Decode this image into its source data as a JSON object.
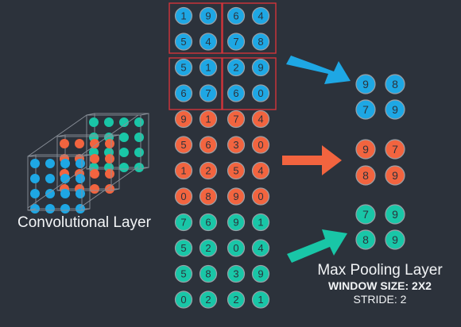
{
  "colors": {
    "background": "#2c323b",
    "blue": "#1ea7e4",
    "orange": "#f2643f",
    "teal": "#19c6a7",
    "window_box": "#d3343b",
    "circle_outline": "#9aa0a6",
    "cube_edges": "#8a9099",
    "digit": "#2c323b"
  },
  "channels": [
    {
      "color": "blue",
      "rows": [
        [
          "1",
          "9",
          "6",
          "4"
        ],
        [
          "5",
          "4",
          "7",
          "8"
        ],
        [
          "5",
          "1",
          "2",
          "9"
        ],
        [
          "6",
          "7",
          "6",
          "0"
        ]
      ],
      "pooled": [
        [
          "9",
          "8"
        ],
        [
          "7",
          "9"
        ]
      ]
    },
    {
      "color": "orange",
      "rows": [
        [
          "9",
          "1",
          "7",
          "4"
        ],
        [
          "5",
          "6",
          "3",
          "0"
        ],
        [
          "1",
          "2",
          "5",
          "4"
        ],
        [
          "0",
          "8",
          "9",
          "0"
        ]
      ],
      "pooled": [
        [
          "9",
          "7"
        ],
        [
          "8",
          "9"
        ]
      ]
    },
    {
      "color": "teal",
      "rows": [
        [
          "7",
          "6",
          "9",
          "1"
        ],
        [
          "5",
          "2",
          "0",
          "4"
        ],
        [
          "5",
          "8",
          "3",
          "9"
        ],
        [
          "0",
          "2",
          "2",
          "1"
        ]
      ],
      "pooled": [
        [
          "7",
          "9"
        ],
        [
          "8",
          "9"
        ]
      ]
    }
  ],
  "labels": {
    "conv_layer": "Convolutional Layer",
    "pool_title": "Max Pooling Layer",
    "window_size": "WINDOW SIZE: 2X2",
    "stride": "STRIDE: 2"
  }
}
